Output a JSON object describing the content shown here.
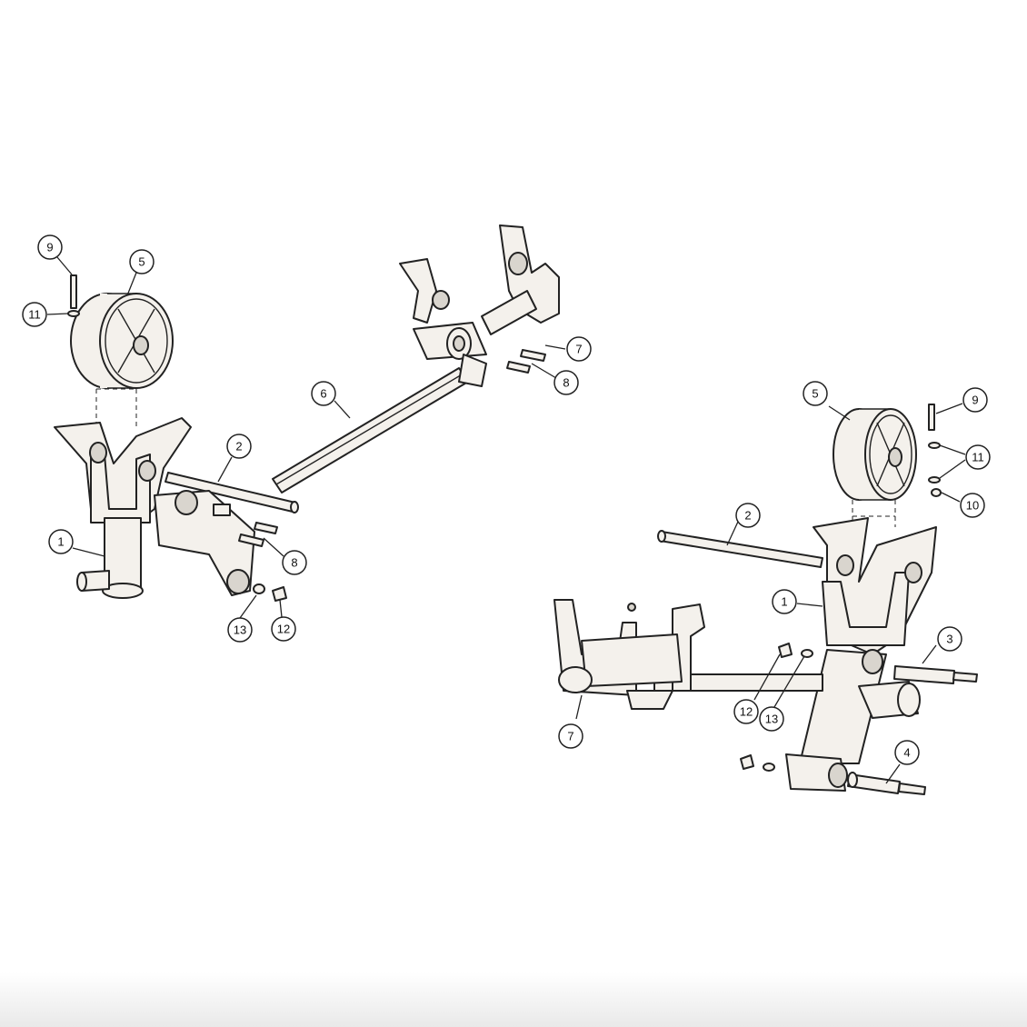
{
  "callouts": [
    {
      "id": "l9",
      "label": "9"
    },
    {
      "id": "l5",
      "label": "5"
    },
    {
      "id": "l11",
      "label": "11"
    },
    {
      "id": "l6",
      "label": "6"
    },
    {
      "id": "l2",
      "label": "2"
    },
    {
      "id": "l1",
      "label": "1"
    },
    {
      "id": "l8",
      "label": "8"
    },
    {
      "id": "l13",
      "label": "13"
    },
    {
      "id": "l12",
      "label": "12"
    },
    {
      "id": "l7",
      "label": "7"
    },
    {
      "id": "l8b",
      "label": "8"
    },
    {
      "id": "r5",
      "label": "5"
    },
    {
      "id": "r9",
      "label": "9"
    },
    {
      "id": "r11",
      "label": "11"
    },
    {
      "id": "r10",
      "label": "10"
    },
    {
      "id": "r2",
      "label": "2"
    },
    {
      "id": "r1",
      "label": "1"
    },
    {
      "id": "r3",
      "label": "3"
    },
    {
      "id": "r12",
      "label": "12"
    },
    {
      "id": "r13",
      "label": "13"
    },
    {
      "id": "r7",
      "label": "7"
    },
    {
      "id": "r4",
      "label": "4"
    }
  ]
}
